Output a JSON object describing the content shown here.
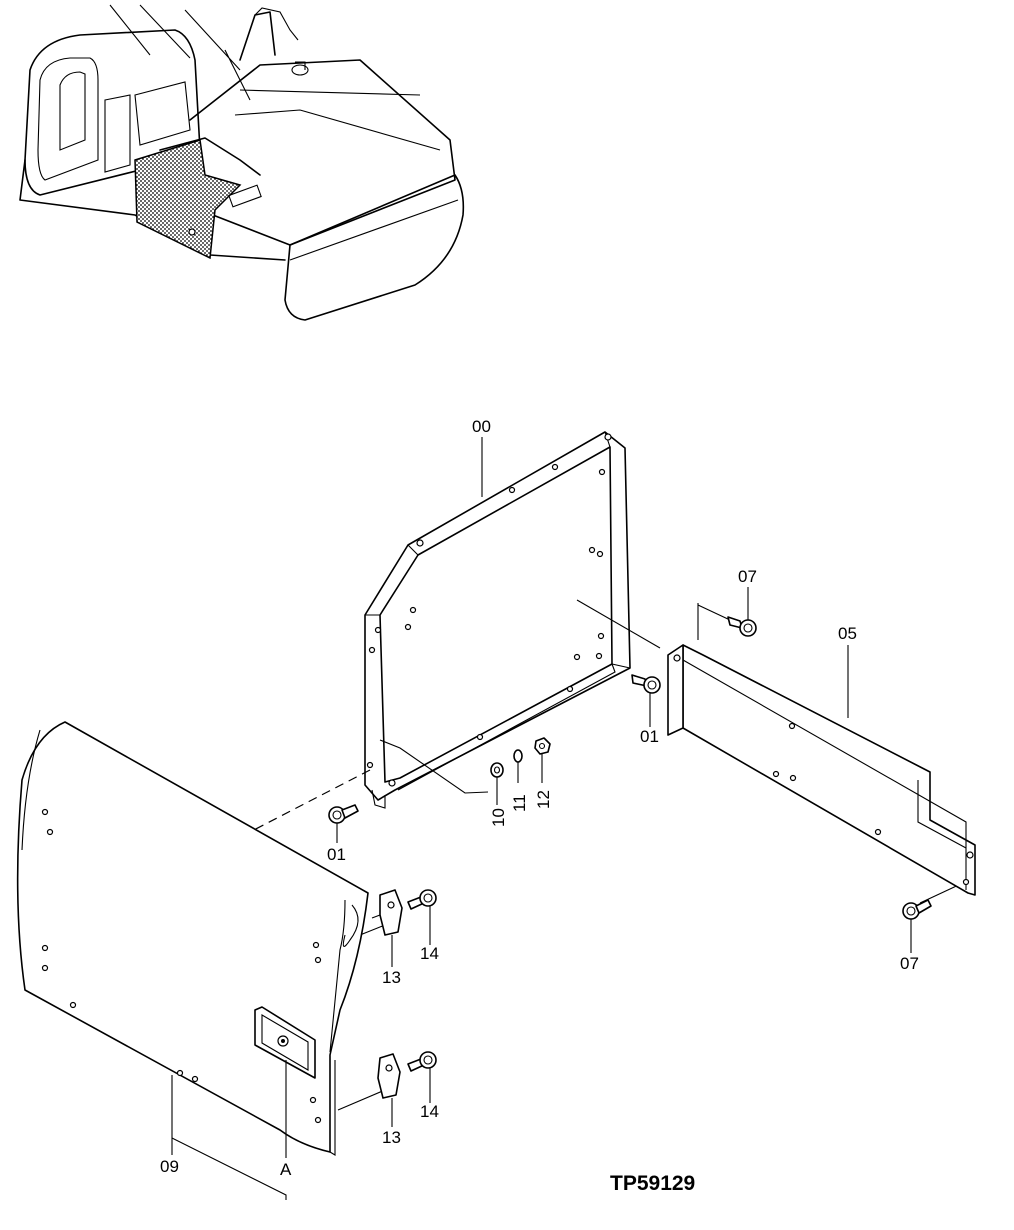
{
  "figure_code": "TP59129",
  "view_marker": "A",
  "callouts": {
    "frame": "00",
    "bolt_frame_left": "01",
    "bolt_frame_right": "01",
    "plate": "05",
    "bolt_plate_top": "07",
    "bolt_plate_bottom": "07",
    "door": "09",
    "washer": "10",
    "lock_washer": "11",
    "nut": "12",
    "hinge_upper": "13",
    "hinge_lower": "13",
    "hinge_bolt_upper": "14",
    "hinge_bolt_lower": "14"
  }
}
